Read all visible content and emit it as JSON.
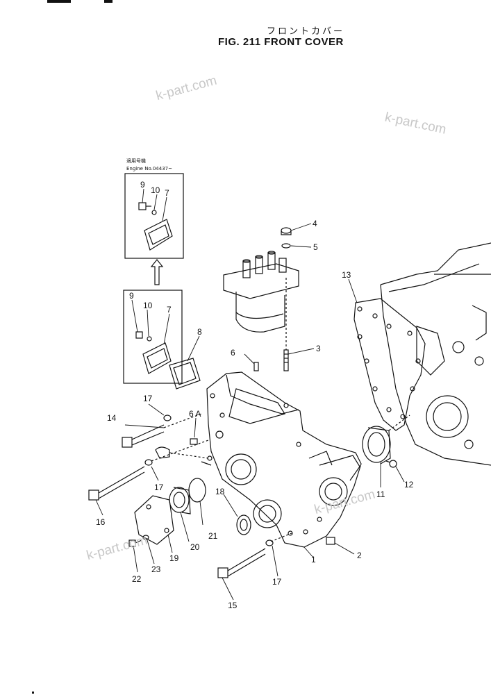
{
  "title": {
    "jp": "フロントカバー",
    "en": "FIG. 211  FRONT COVER"
  },
  "watermarks": [
    "k-part.com",
    "k-part.com",
    "k-part.com",
    "k-part.com"
  ],
  "inset": {
    "line1": "適用号機",
    "line2": "Engine No.04437~"
  },
  "callouts": {
    "c1": "1",
    "c2": "2",
    "c3": "3",
    "c4": "4",
    "c5": "5",
    "c6": "6",
    "c6a": "6 A",
    "c7a": "7",
    "c7b": "7",
    "c8": "8",
    "c9a": "9",
    "c9b": "9",
    "c10a": "10",
    "c10b": "10",
    "c11": "11",
    "c12": "12",
    "c13": "13",
    "c14": "14",
    "c15": "15",
    "c16": "16",
    "c17a": "17",
    "c17b": "17",
    "c17c": "17",
    "c18": "18",
    "c19": "19",
    "c20": "20",
    "c21": "21",
    "c22": "22",
    "c23": "23"
  },
  "colors": {
    "ink": "#111111",
    "watermark": "#c8c8c8"
  }
}
